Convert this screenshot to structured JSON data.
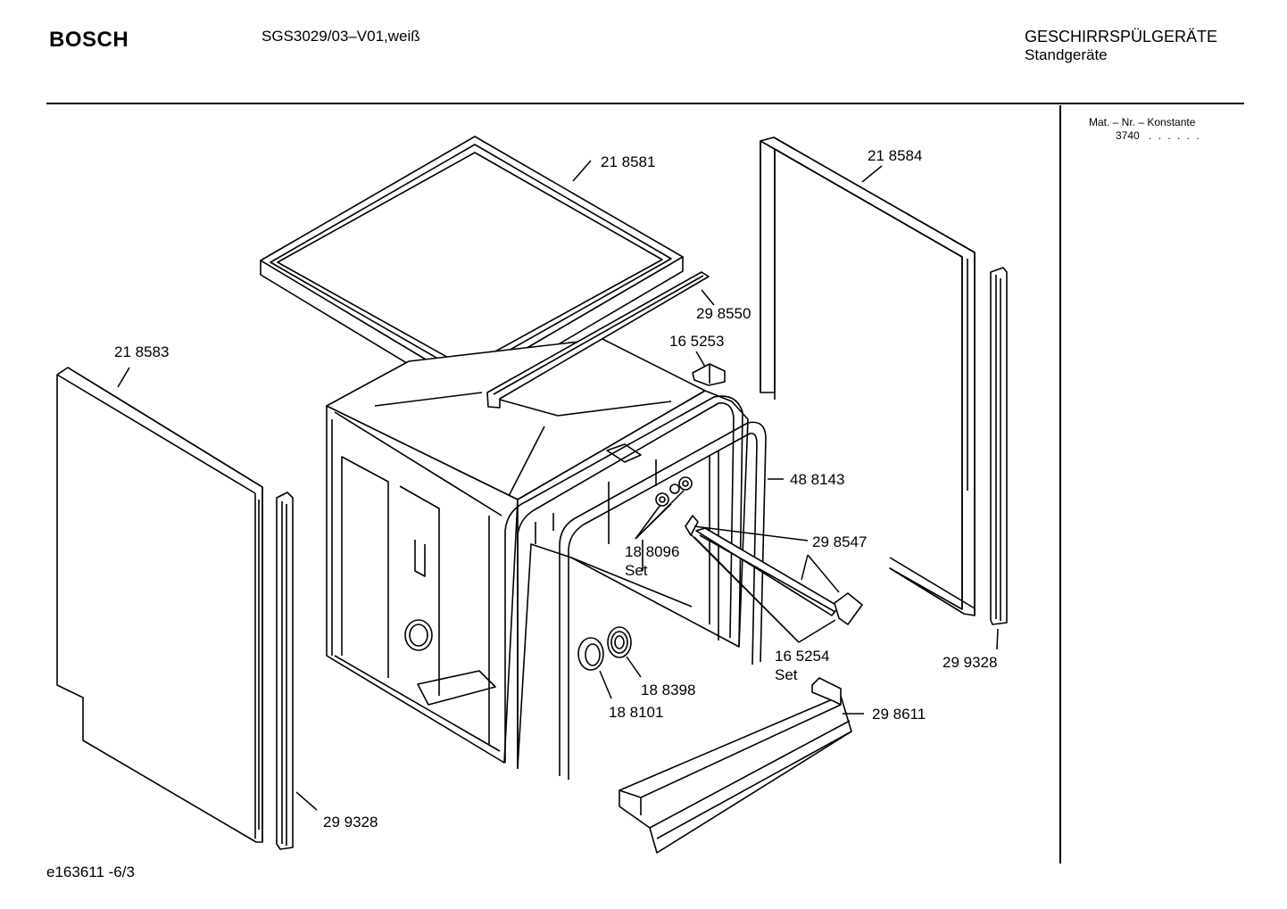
{
  "header": {
    "brand": "BOSCH",
    "model": "SGS3029/03–V01,weiß",
    "category": "GESCHIRRSPÜLGERÄTE",
    "subcategory": "Standgeräte"
  },
  "sidebar": {
    "konstante_label": "Mat. – Nr. – Konstante",
    "konstante_value": "3740",
    "konstante_dots": ". . . . . ."
  },
  "parts": {
    "top_cover": "21 8581",
    "side_panel_right": "21 8584",
    "side_panel_left": "21 8583",
    "top_strip": "29 8550",
    "clip": "16 5253",
    "door_seal": "48 8143",
    "bolt_set": "18 8096",
    "bolt_set_suffix": "Set",
    "rail": "29 8547",
    "holder_set": "16 5254",
    "holder_set_suffix": "Set",
    "edge_strip_right": "29 9328",
    "edge_strip_left": "29 9328",
    "plug_small": "18 8398",
    "seal_ring": "18 8101",
    "kick_plate": "29 8611"
  },
  "footer": {
    "doc_id": "e163611 -6/3"
  }
}
